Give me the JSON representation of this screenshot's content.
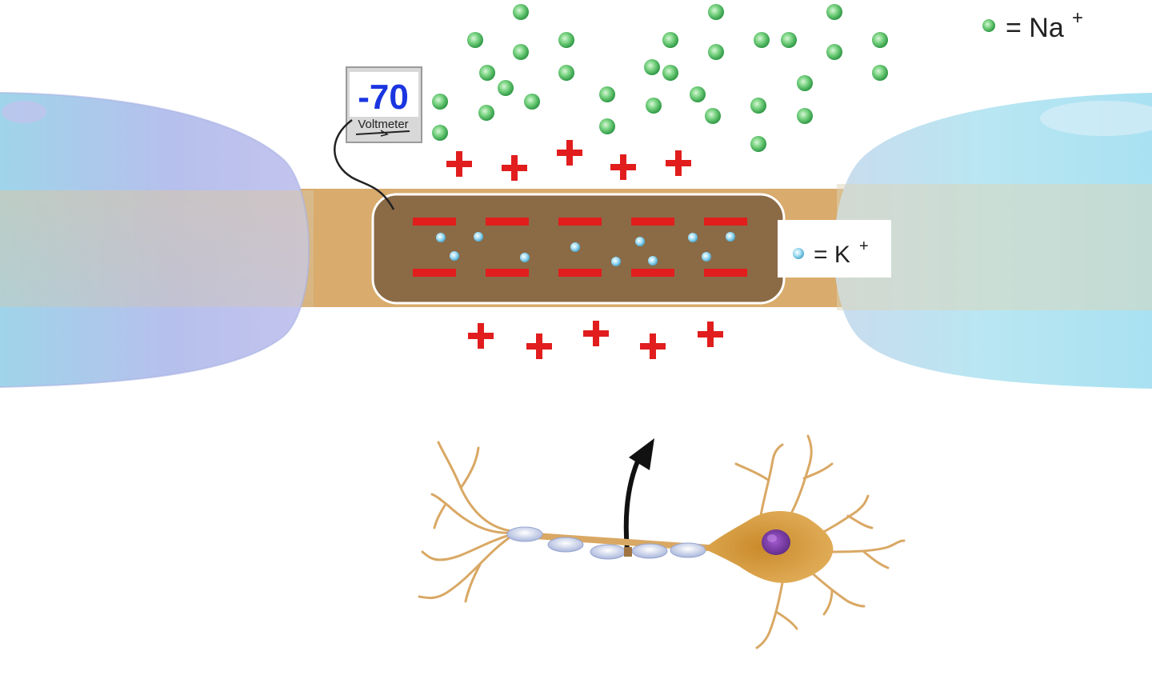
{
  "voltmeter": {
    "reading": "-70",
    "label": "Voltmeter"
  },
  "legend": {
    "sodium": {
      "symbol": "= Na",
      "charge": "+"
    },
    "potassium": {
      "symbol": "= K",
      "charge": "+"
    }
  },
  "colors": {
    "sodium_ion": "#5cc46e",
    "potassium_ion": "#8fd3ee",
    "positive_charge": "#e11d1d",
    "negative_charge": "#e11d1d",
    "axon": "#d9ab6c",
    "axon_interior": "#8b6a46",
    "myelin": "#b9c6ea",
    "voltmeter_value": "#1a35e0",
    "soma": "#d89a35",
    "nucleus": "#7b3aa6"
  },
  "icons": [
    "sodium-ion-icon",
    "potassium-ion-icon",
    "plus-charge-icon",
    "minus-charge-icon",
    "arrow-up-icon"
  ]
}
